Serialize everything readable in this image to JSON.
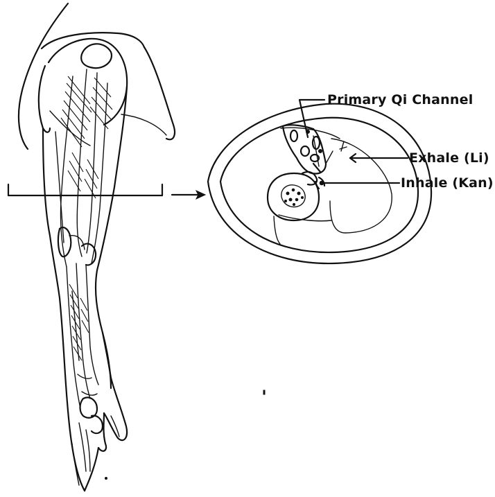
{
  "labels": {
    "primary_channel": "Primary Qi Channel",
    "exhale": "Exhale (Li)",
    "inhale": "Inhale (Kan)"
  }
}
